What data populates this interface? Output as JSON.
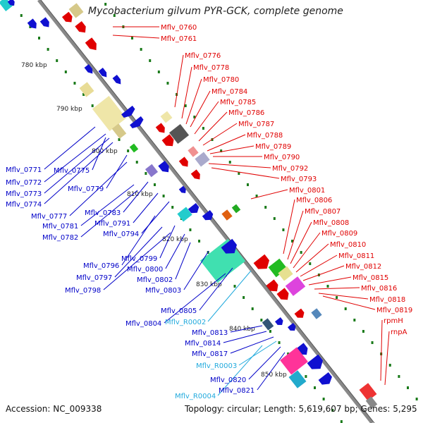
{
  "title": "Mycobacterium gilvum PYR-GCK, complete genome",
  "accession_label": "Accession: NC_009338",
  "topology_label": "Topology: circular; Length: 5,619,607 bp; Genes: 5,295",
  "kbp_ticks": [
    "780 kbp",
    "790 kbp",
    "800 kbp",
    "810 kbp",
    "820 kbp",
    "830 kbp",
    "840 kbp",
    "850 kbp"
  ],
  "gene_labels_right": [
    "Mflv_0760",
    "Mflv_0761",
    "Mflv_0776",
    "Mflv_0778",
    "Mflv_0780",
    "Mflv_0784",
    "Mflv_0785",
    "Mflv_0786",
    "Mflv_0787",
    "Mflv_0788",
    "Mflv_0789",
    "Mflv_0790",
    "Mflv_0792",
    "Mflv_0793",
    "Mflv_0801",
    "Mflv_0806",
    "Mflv_0807",
    "Mflv_0808",
    "Mflv_0809",
    "Mflv_0810",
    "Mflv_0811",
    "Mflv_0812",
    "Mflv_0815",
    "Mflv_0816",
    "Mflv_0818",
    "Mflv_0819",
    "rpmH",
    "rnpA"
  ],
  "gene_labels_left": [
    "Mflv_0771",
    "Mflv_0775",
    "Mflv_0772",
    "Mflv_0773",
    "Mflv_0774",
    "Mflv_0779",
    "Mflv_0777",
    "Mflv_0783",
    "Mflv_0781",
    "Mflv_0791",
    "Mflv_0782",
    "Mflv_0794",
    "Mflv_0799",
    "Mflv_0796",
    "Mflv_0800",
    "Mflv_0797",
    "Mflv_0802",
    "Mflv_0798",
    "Mflv_0803",
    "Mflv_0805",
    "Mflv_R0002",
    "Mflv_0804",
    "Mflv_0813",
    "Mflv_0814",
    "Mflv_0817",
    "Mflv_R0003",
    "Mflv_0820",
    "Mflv_0821",
    "Mflv_R0004"
  ],
  "colors": {
    "forward_label": "#e00000",
    "reverse_label": "#0000c8",
    "rna_label": "#22aadd",
    "backbone": "#888888",
    "tick_dot": "#1a7a1a"
  }
}
